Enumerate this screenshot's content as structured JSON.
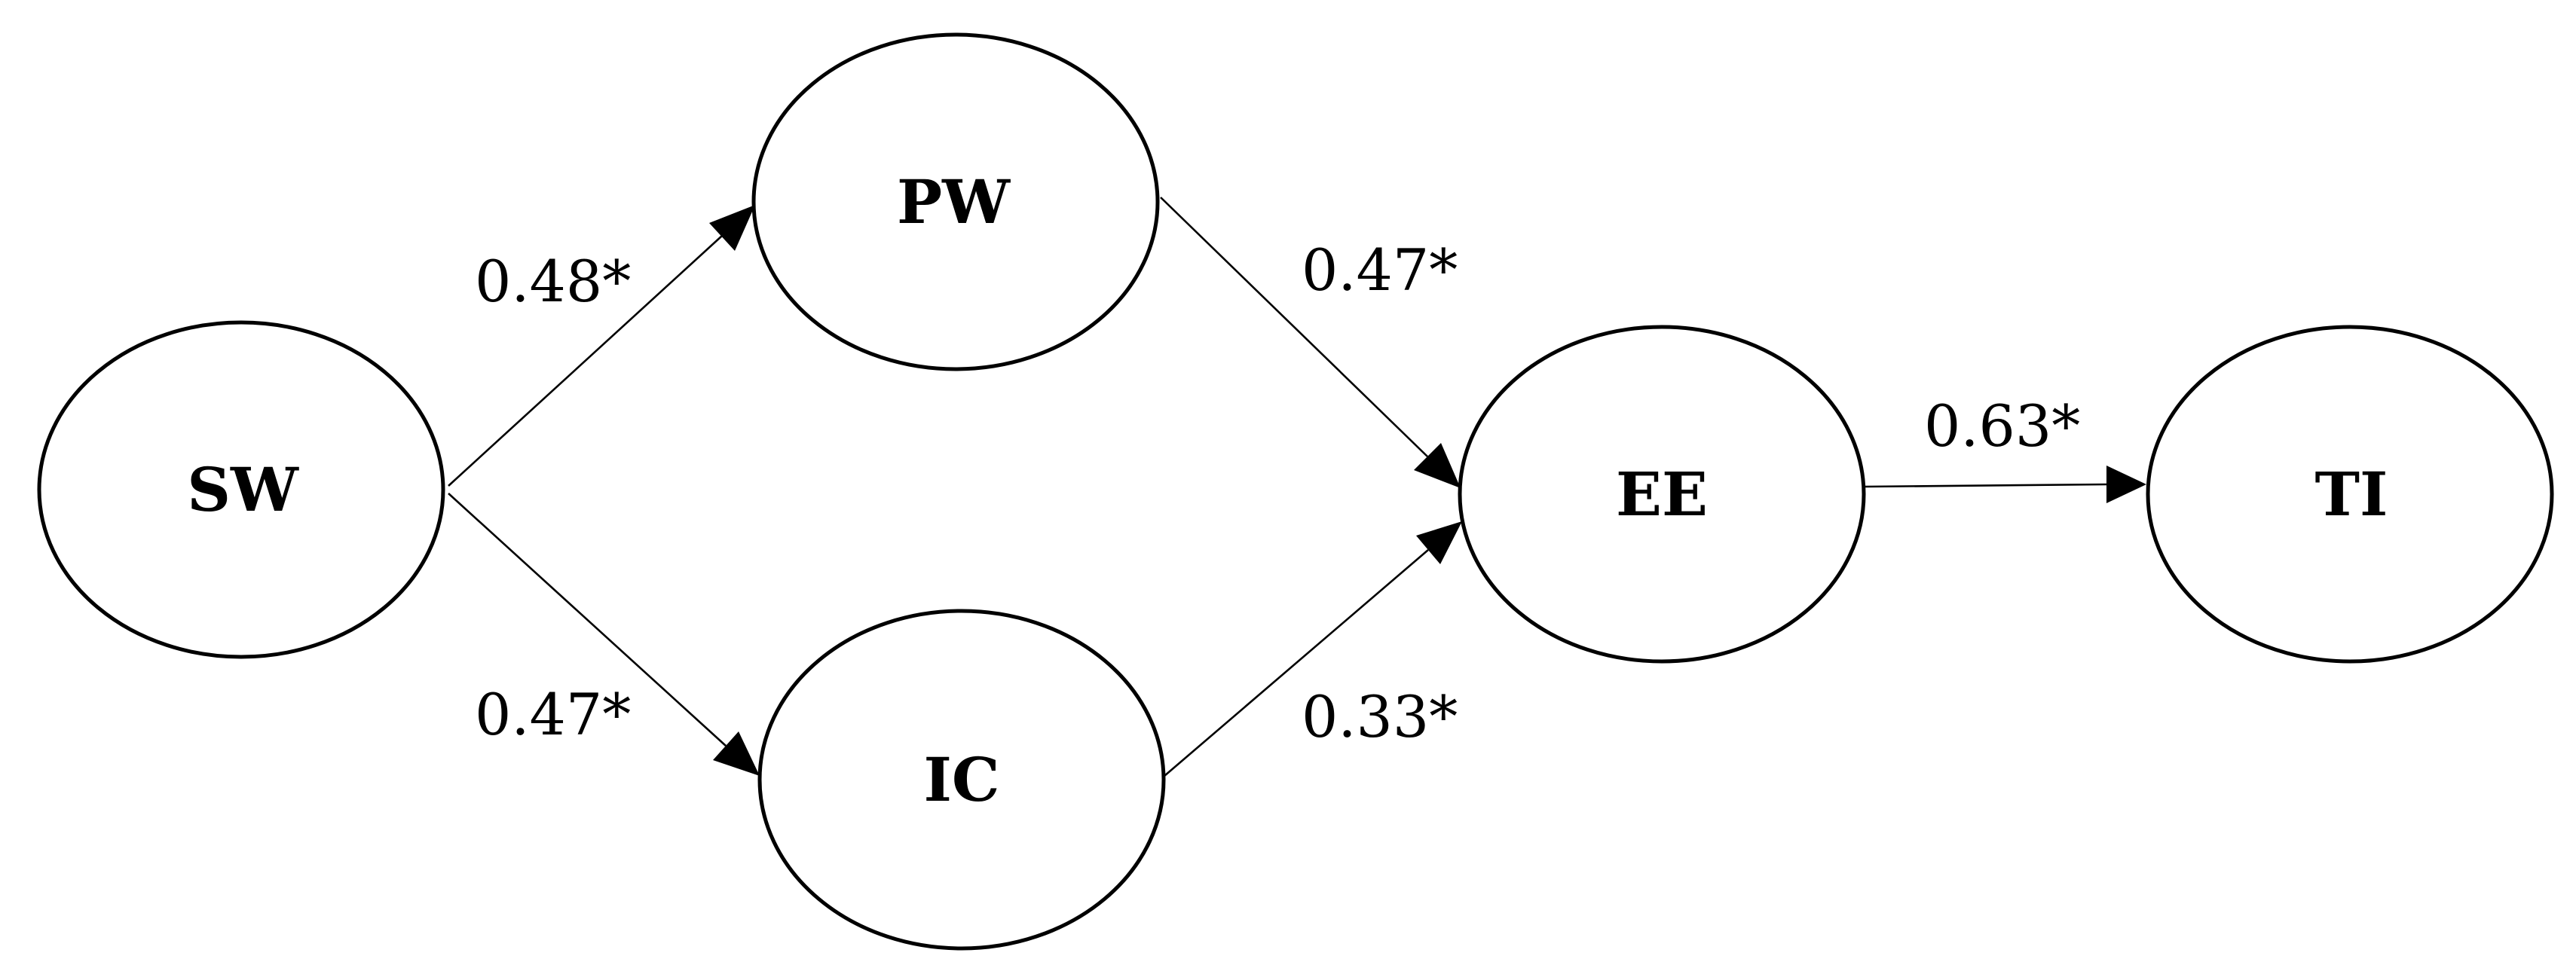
{
  "nodes": {
    "sw": "SW",
    "pw": "PW",
    "ic": "IC",
    "ee": "EE",
    "ti": "TI"
  },
  "paths": {
    "sw_pw": "0.48*",
    "sw_ic": "0.47*",
    "pw_ee": "0.47*",
    "ic_ee": "0.33*",
    "ee_ti": "0.63*"
  },
  "colors": {
    "stroke": "#000000",
    "background": "#ffffff"
  }
}
